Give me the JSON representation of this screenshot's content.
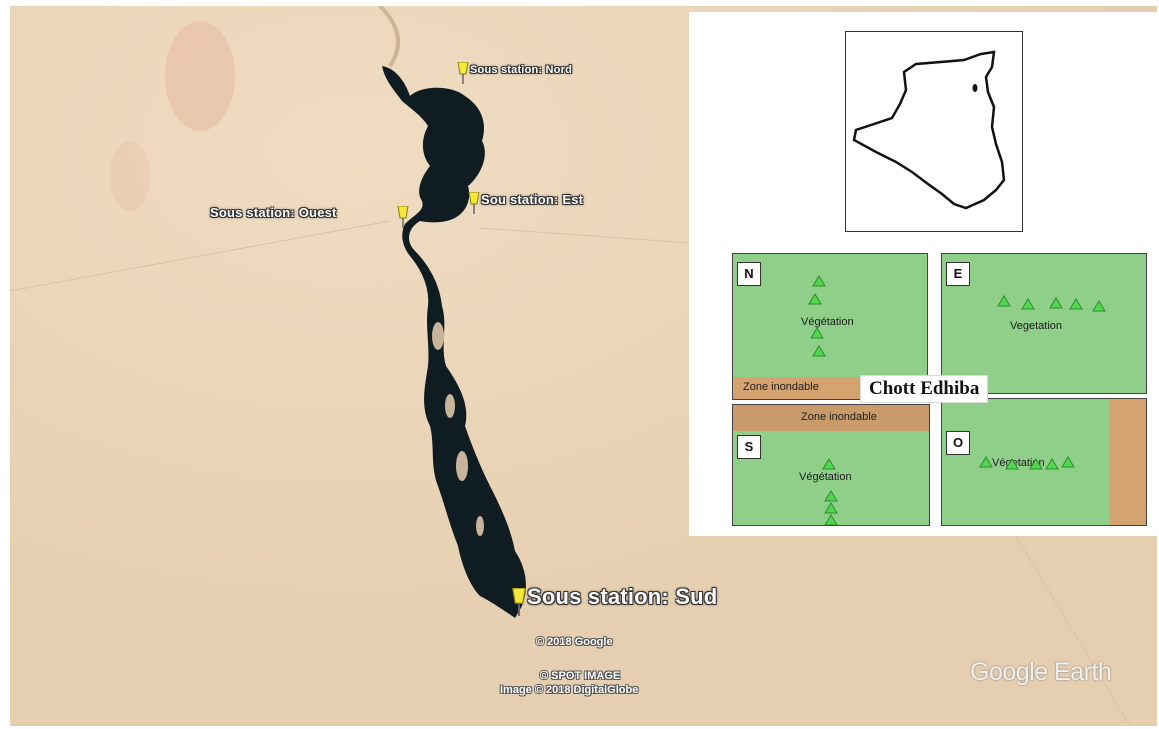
{
  "map": {
    "stations": {
      "nord": "Sous station: Nord",
      "est": "Sou station: Est",
      "ouest": "Sous station: Ouest",
      "sud": "Sous station: Sud"
    },
    "credits": {
      "google": "© 2018 Google",
      "spot": "© SPOT IMAGE",
      "digitalglobe": "Image © 2018 DigitalGlobe"
    },
    "brand": "Google Earth"
  },
  "inset": {
    "title": "Chott Edhiba",
    "panels": [
      {
        "label": "N",
        "veg": "Végétation",
        "zone": "Zone inondable"
      },
      {
        "label": "E",
        "veg": "Vegetation"
      },
      {
        "label": "S",
        "veg": "Végétation",
        "zone": "Zone inondable"
      },
      {
        "label": "O",
        "veg": "Végetation"
      }
    ]
  },
  "colors": {
    "sand": "#e9d3b6",
    "water": "#0f1c22",
    "vegetation": "#8fcf8a",
    "flood_zone": "#d4a36f",
    "marker": "#4fd84a",
    "pin": "#f5e83a"
  }
}
